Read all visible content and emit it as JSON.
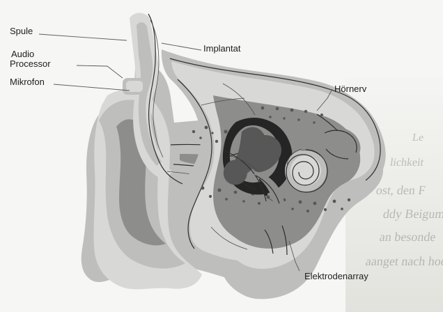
{
  "labels": {
    "spule": "Spule",
    "audio_processor_line1": "Audio",
    "audio_processor_line2": "Processor",
    "mikrofon": "Mikrofon",
    "implantat": "Implantat",
    "hoernerv": "Hörnerv",
    "elektrodenarray": "Elektrodenarray"
  },
  "bleed_text": [
    "Le",
    "lichkeit",
    "ost, den F",
    "ddy Beigum",
    "an besonde",
    "aanget nach hoch"
  ]
}
